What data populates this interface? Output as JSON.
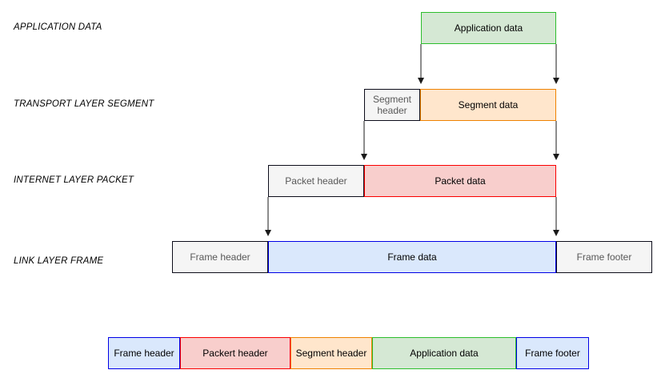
{
  "diagram": {
    "title_context": "Network encapsulation layers",
    "layer_labels": [
      {
        "label": "APPLICATION DATA"
      },
      {
        "label": "TRANSPORT LAYER SEGMENT"
      },
      {
        "label": "INTERNET LAYER PACKET"
      },
      {
        "label": "LINK LAYER FRAME"
      }
    ],
    "rows": {
      "application": {
        "data_label": "Application data"
      },
      "transport": {
        "header_label": "Segment header",
        "data_label": "Segment data"
      },
      "internet": {
        "header_label": "Packet header",
        "data_label": "Packet data"
      },
      "link": {
        "header_label": "Frame header",
        "data_label": "Frame data",
        "footer_label": "Frame footer"
      }
    },
    "composite": [
      {
        "label": "Frame header",
        "scheme": "blue"
      },
      {
        "label": "Packert header",
        "scheme": "red"
      },
      {
        "label": "Segment header",
        "scheme": "orange"
      },
      {
        "label": "Application data",
        "scheme": "green"
      },
      {
        "label": "Frame footer",
        "scheme": "blue"
      }
    ],
    "colors": {
      "green_fill": "#d5e8d4",
      "green_stroke": "#2dbe2d",
      "orange_fill": "#ffe6cc",
      "orange_stroke": "#ef8201",
      "red_fill": "#f8cecc",
      "red_stroke": "#fa0000",
      "blue_fill": "#dae8fc",
      "blue_stroke": "#0000e6",
      "grey_fill": "#f5f5f5",
      "grey_stroke": "#0d0d1a",
      "arrow": "#1a1a1a",
      "grey_text": "#585858"
    }
  }
}
